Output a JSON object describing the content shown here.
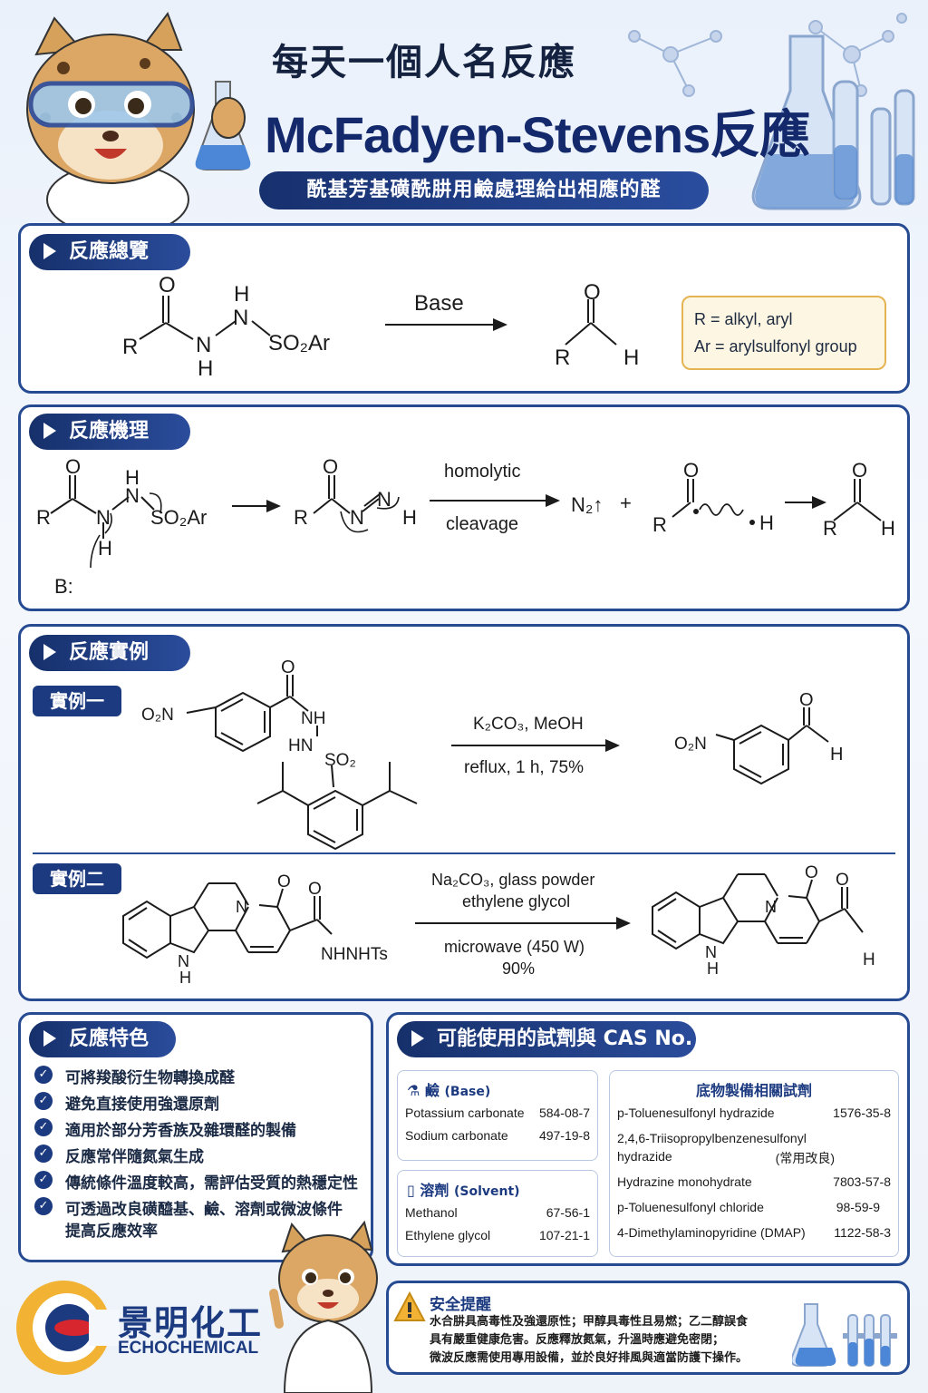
{
  "header": {
    "title_small": "每天一個人名反應",
    "title_main": "McFadyen-Stevens反應",
    "subtitle": "酰基芳基磺酰肼用鹼處理給出相應的醛"
  },
  "overview": {
    "heading": "反應總覽",
    "arrow_label": "Base",
    "labels": {
      "O": "O",
      "R": "R",
      "N": "N",
      "H": "H",
      "so2ar": "SO₂Ar"
    },
    "r_def": "R =  alkyl, aryl",
    "ar_def": "Ar =  arylsulfonyl group"
  },
  "mechanism": {
    "heading": "反應機理",
    "arrow_top": "homolytic",
    "arrow_bottom": "cleavage",
    "n2": "N₂↑",
    "plus": "+",
    "base": "B:",
    "so2ar": "SO₂Ar"
  },
  "examples": {
    "heading": "反應實例",
    "ex1": {
      "tag": "實例一",
      "reagents": "K₂CO₃,  MeOH",
      "conditions": "reflux, 1 h, 75%",
      "labels": {
        "o2n": "O₂N",
        "nh": "NH",
        "hn": "HN",
        "so2": "SO₂",
        "O": "O",
        "H": "H"
      }
    },
    "ex2": {
      "tag": "實例二",
      "reagent_line1": "Na₂CO₃, glass powder",
      "reagent_line2": "ethylene glycol",
      "condition_line1": "microwave (450 W)",
      "condition_line2": "90%",
      "labels": {
        "N": "N",
        "O": "O",
        "NH": "N",
        "H": "H",
        "nhnhts": "NHNHTs"
      }
    }
  },
  "features": {
    "heading": "反應特色",
    "items": [
      "可將羧酸衍生物轉換成醛",
      "避免直接使用強還原劑",
      "適用於部分芳香族及雜環醛的製備",
      "反應常伴隨氮氣生成",
      "傳統條件溫度較高，需評估受質的熱穩定性",
      "可透過改良磺醯基、鹼、溶劑或微波條件"
    ],
    "last_item_cont": "提高反應效率"
  },
  "reagents": {
    "heading": "可能使用的試劑與 CAS No.",
    "base": {
      "title": "鹼",
      "title_en": "(Base)",
      "rows": [
        {
          "name": "Potassium carbonate",
          "cas": "584-08-7"
        },
        {
          "name": "Sodium carbonate",
          "cas": "497-19-8"
        }
      ]
    },
    "solvent": {
      "title": "溶劑",
      "title_en": "(Solvent)",
      "rows": [
        {
          "name": "Methanol",
          "cas": "67-56-1"
        },
        {
          "name": "Ethylene glycol",
          "cas": "107-21-1"
        }
      ]
    },
    "substrate": {
      "title": "底物製備相關試劑",
      "rows": [
        {
          "name": "p-Toluenesulfonyl hydrazide",
          "cas": "1576-35-8"
        },
        {
          "name": "2,4,6-Triisopropylbenzenesulfonyl",
          "cas": ""
        },
        {
          "name": "hydrazide",
          "cas": "(常用改良)"
        },
        {
          "name": "Hydrazine monohydrate",
          "cas": "7803-57-8"
        },
        {
          "name": "p-Toluenesulfonyl chloride",
          "cas": "98-59-9"
        },
        {
          "name": "4-Dimethylaminopyridine (DMAP)",
          "cas": "1122-58-3"
        }
      ]
    }
  },
  "safety": {
    "title": "安全提醒",
    "lines": [
      "水合肼具高毒性及強還原性；甲醇具毒性且易燃；乙二醇誤食",
      "具有嚴重健康危害。反應釋放氮氣，升溫時應避免密閉；",
      "微波反應需使用專用設備，並於良好排風與適當防護下操作。"
    ]
  },
  "brand": {
    "cn": "景明化工",
    "en": "ECHOCHEMICAL"
  },
  "colors": {
    "navy": "#1c3a80",
    "border": "#274b93",
    "gold": "#e4b453"
  },
  "icons": [
    "check-icon",
    "flask-icon",
    "beaker-icon",
    "warning-icon",
    "tiger-mascot-icon"
  ]
}
